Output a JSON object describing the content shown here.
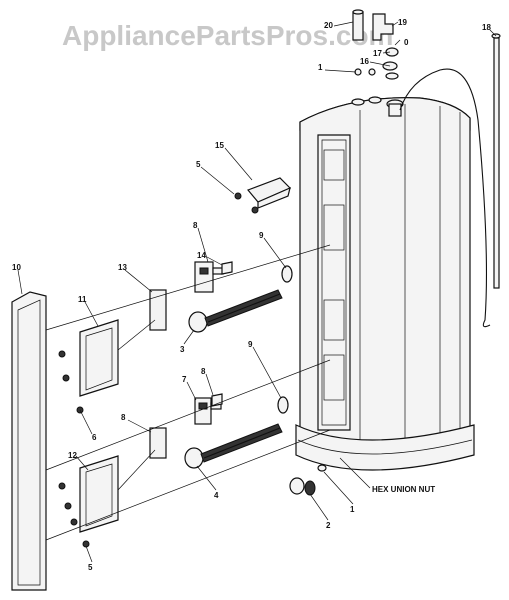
{
  "watermark": "AppliancePartsPros.com",
  "labels": {
    "p1a": "1",
    "p1b": "1",
    "p2": "2",
    "p3": "3",
    "p4": "4",
    "p5a": "5",
    "p5b": "5",
    "p6": "6",
    "p7": "7",
    "p8a": "8",
    "p8b": "8",
    "p8c": "8",
    "p9a": "9",
    "p9b": "9",
    "p10": "10",
    "p11": "11",
    "p12": "12",
    "p13": "13",
    "p14": "14",
    "p15": "15",
    "p16": "16",
    "p17": "17",
    "p18": "18",
    "p19": "19",
    "p20": "20",
    "p0": "0"
  },
  "annotation": "HEX UNION NUT"
}
